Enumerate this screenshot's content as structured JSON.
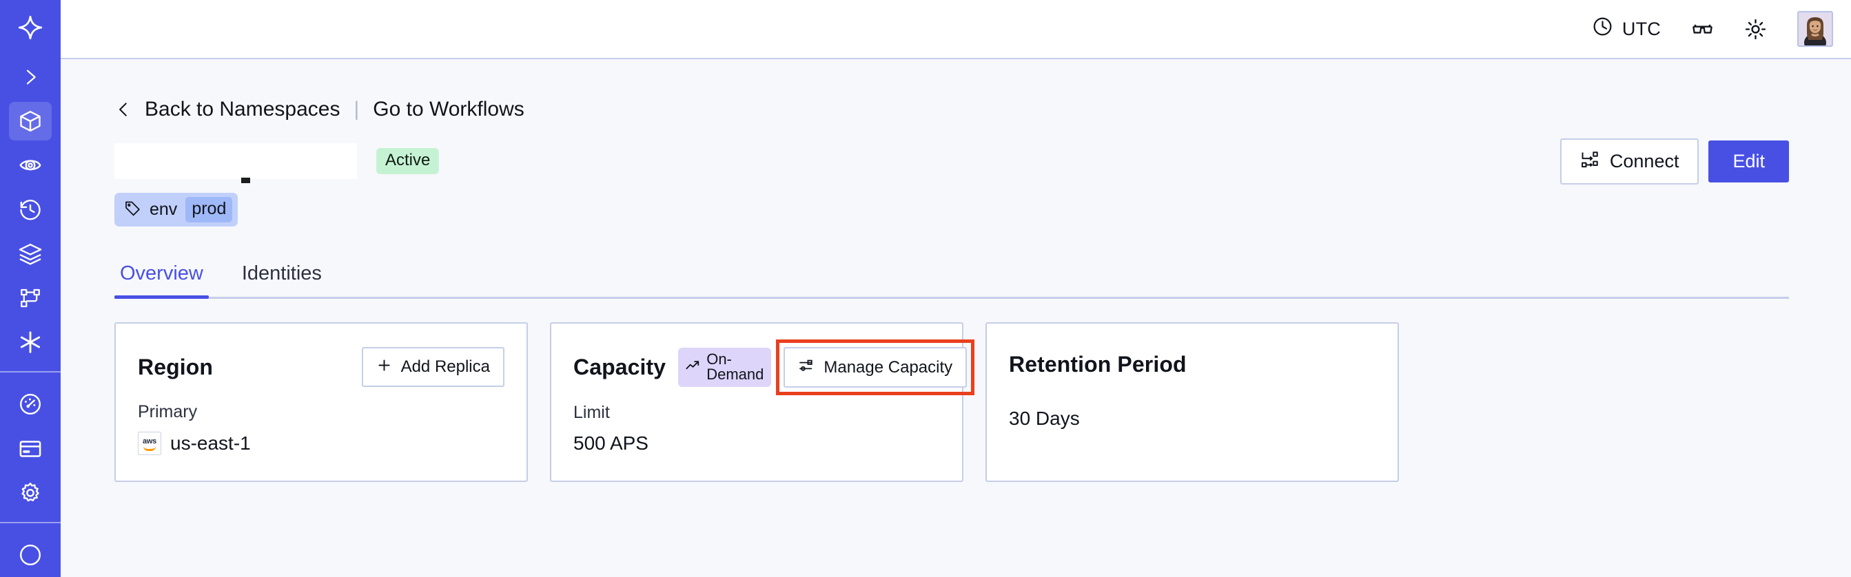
{
  "theme": {
    "brand": "#4850e4",
    "page_bg": "#f7f8fb",
    "card_border": "#c5cee8",
    "active_badge_bg": "#c6f2d4",
    "ondemand_badge_bg": "#ddd5fa",
    "tag_pill_bg": "#c1d0fb",
    "tag_value_bg": "#9fb8f8",
    "highlight_ring": "#e8401e"
  },
  "sidebar": {
    "logo": "temporal-logo-icon",
    "items": [
      {
        "icon": "chevron-right-icon",
        "name": "expand-sidebar",
        "active": false
      },
      {
        "icon": "cube-icon",
        "name": "namespaces",
        "active": true
      },
      {
        "icon": "eye-spiral-icon",
        "name": "observability",
        "active": false
      },
      {
        "icon": "clock-rewind-icon",
        "name": "schedules",
        "active": false
      },
      {
        "icon": "layers-icon",
        "name": "batch-operations",
        "active": false
      },
      {
        "icon": "workflow-branch-icon",
        "name": "workflows",
        "active": false
      },
      {
        "icon": "asterisk-icon",
        "name": "nexus",
        "active": false
      }
    ],
    "items_lower": [
      {
        "icon": "gauge-icon",
        "name": "usage",
        "active": false
      },
      {
        "icon": "credit-card-icon",
        "name": "billing",
        "active": false
      },
      {
        "icon": "gear-icon",
        "name": "settings",
        "active": false
      }
    ]
  },
  "topbar": {
    "timezone_label": "UTC",
    "timezone_icon": "clock-icon",
    "glasses_icon": "glasses-icon",
    "theme_icon": "sun-icon",
    "avatar": "user-avatar"
  },
  "breadcrumb": {
    "back_icon": "chevron-left-icon",
    "back_label": "Back to Namespaces",
    "separator": "|",
    "forward_label": "Go to Workflows"
  },
  "namespace": {
    "title": "",
    "title_redacted": true,
    "status_badge": "Active",
    "tag": {
      "icon": "tag-icon",
      "key": "env",
      "value": "prod"
    },
    "actions": {
      "connect_icon": "connect-icon",
      "connect_label": "Connect",
      "edit_label": "Edit"
    }
  },
  "tabs": [
    {
      "label": "Overview",
      "active": true
    },
    {
      "label": "Identities",
      "active": false
    }
  ],
  "cards": {
    "region": {
      "title": "Region",
      "action_icon": "plus-icon",
      "action_label": "Add Replica",
      "label": "Primary",
      "provider_icon": "aws-icon",
      "provider_text": "aws",
      "value": "us-east-1"
    },
    "capacity": {
      "title": "Capacity",
      "badge_icon": "trending-up-icon",
      "badge_label": "On-Demand",
      "action_icon": "sliders-icon",
      "action_label": "Manage Capacity",
      "action_highlighted": true,
      "label": "Limit",
      "value": "500 APS"
    },
    "retention": {
      "title": "Retention Period",
      "value": "30  Days"
    }
  }
}
